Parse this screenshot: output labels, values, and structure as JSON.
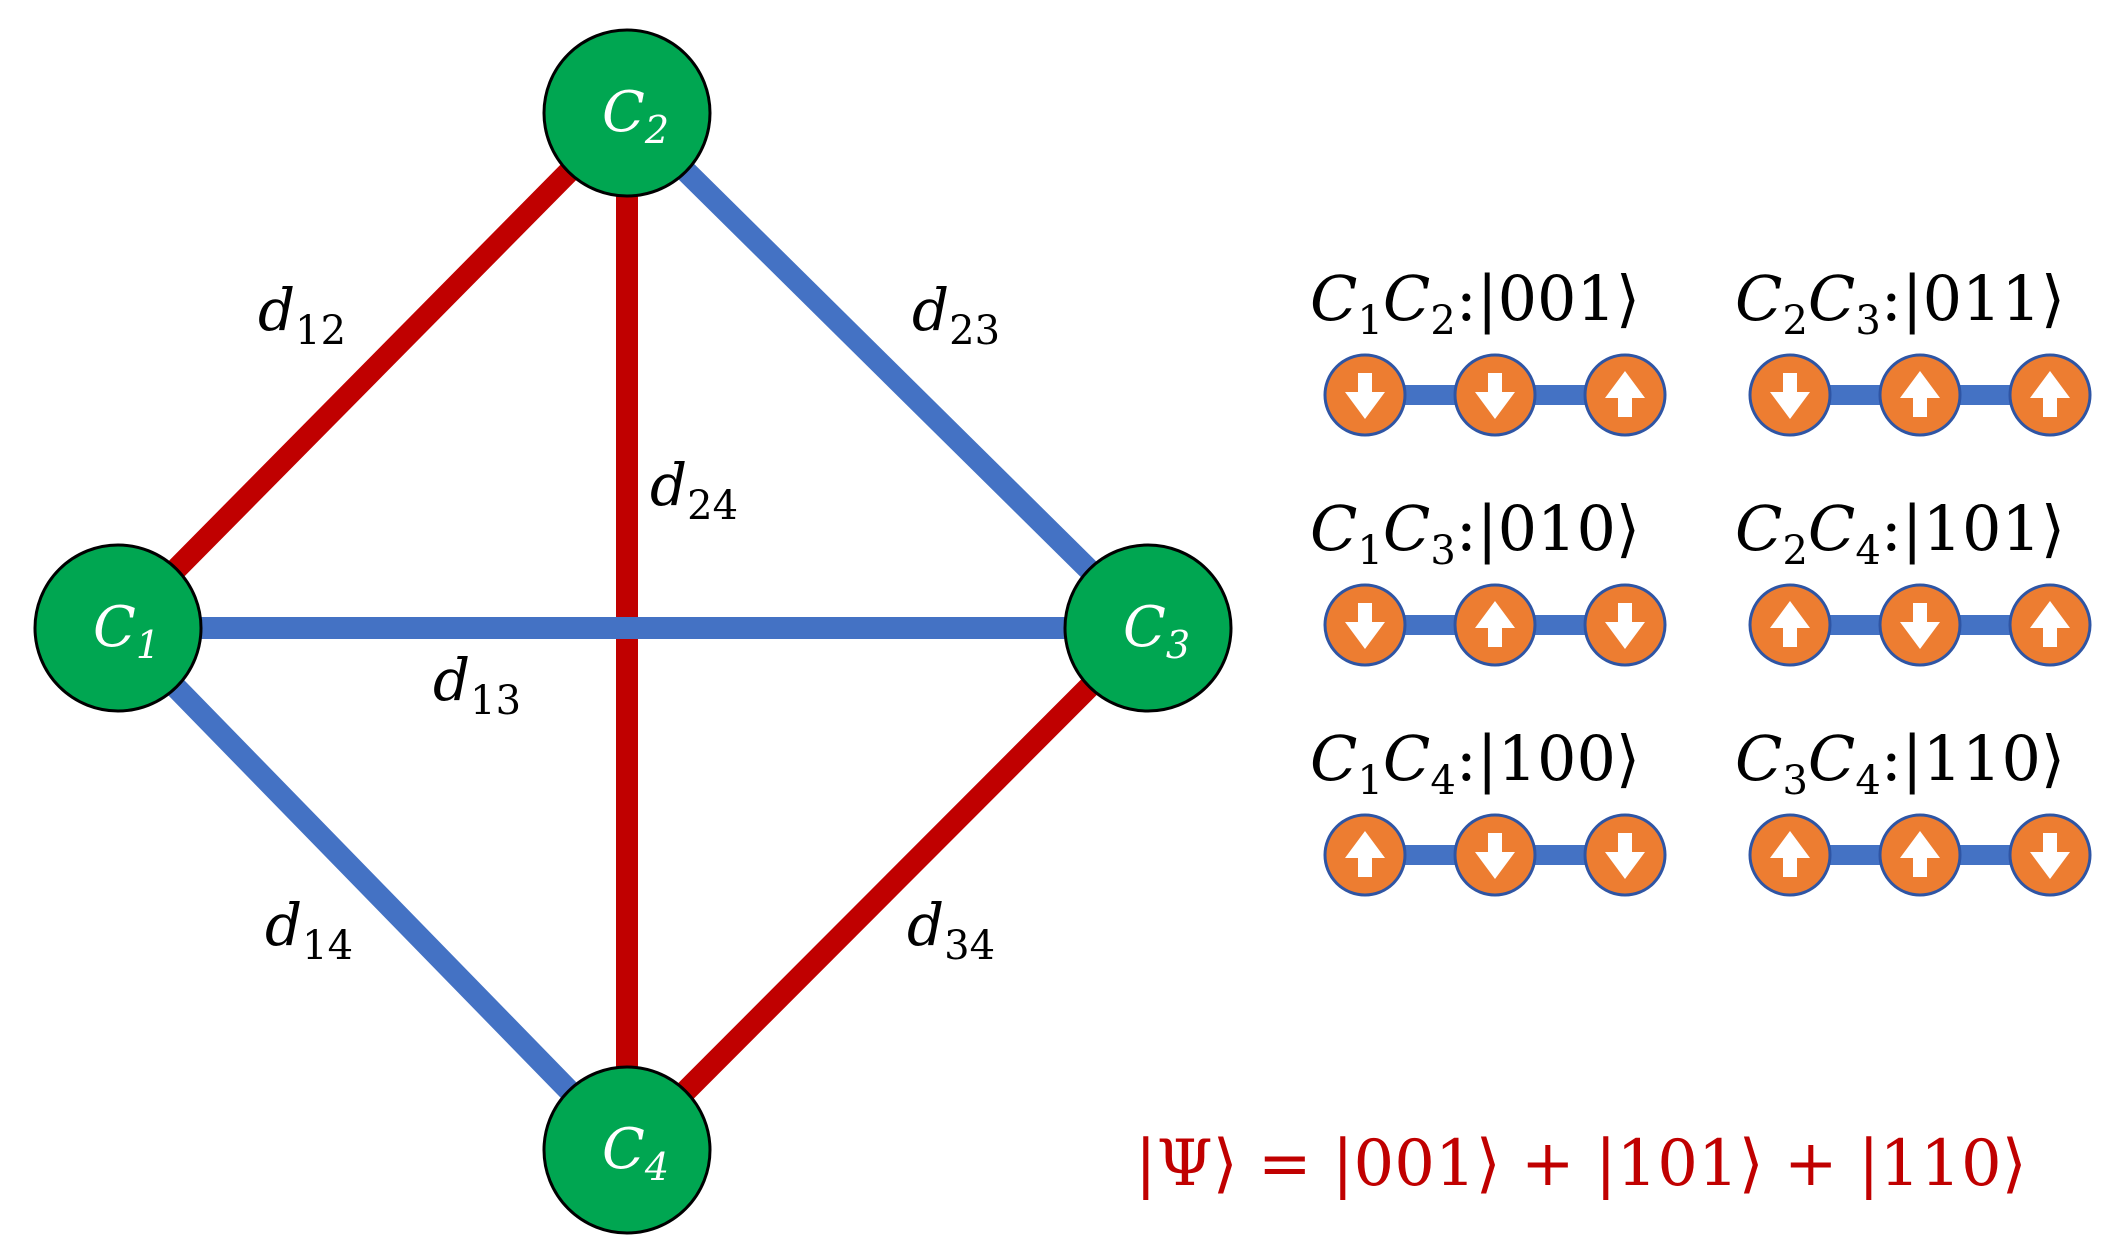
{
  "colors": {
    "node_fill": "#00a651",
    "red_edge": "#c00000",
    "blue_edge": "#4472c4",
    "spin_fill": "#ed7d31",
    "spin_border": "#2f55a4",
    "formula": "#c00000"
  },
  "nodes": [
    {
      "id": "C1",
      "base": "C",
      "sub": "1"
    },
    {
      "id": "C2",
      "base": "C",
      "sub": "2"
    },
    {
      "id": "C3",
      "base": "C",
      "sub": "3"
    },
    {
      "id": "C4",
      "base": "C",
      "sub": "4"
    }
  ],
  "edges": [
    {
      "from": "C1",
      "to": "C2",
      "color": "red",
      "label": "d",
      "sub": "12"
    },
    {
      "from": "C2",
      "to": "C3",
      "color": "blue",
      "label": "d",
      "sub": "23"
    },
    {
      "from": "C2",
      "to": "C4",
      "color": "red",
      "label": "d",
      "sub": "24"
    },
    {
      "from": "C1",
      "to": "C3",
      "color": "blue",
      "label": "d",
      "sub": "13"
    },
    {
      "from": "C1",
      "to": "C4",
      "color": "blue",
      "label": "d",
      "sub": "14"
    },
    {
      "from": "C3",
      "to": "C4",
      "color": "red",
      "label": "d",
      "sub": "34"
    }
  ],
  "pairs": [
    {
      "a": "1",
      "b": "2",
      "state": "001",
      "spins": [
        "down",
        "down",
        "up"
      ]
    },
    {
      "a": "2",
      "b": "3",
      "state": "011",
      "spins": [
        "down",
        "up",
        "up"
      ]
    },
    {
      "a": "1",
      "b": "3",
      "state": "010",
      "spins": [
        "down",
        "up",
        "down"
      ]
    },
    {
      "a": "2",
      "b": "4",
      "state": "101",
      "spins": [
        "up",
        "down",
        "up"
      ]
    },
    {
      "a": "1",
      "b": "4",
      "state": "100",
      "spins": [
        "up",
        "down",
        "down"
      ]
    },
    {
      "a": "3",
      "b": "4",
      "state": "110",
      "spins": [
        "up",
        "up",
        "down"
      ]
    }
  ],
  "wavefunction": "|Ψ⟩ = |001⟩ + |101⟩ + |110⟩"
}
